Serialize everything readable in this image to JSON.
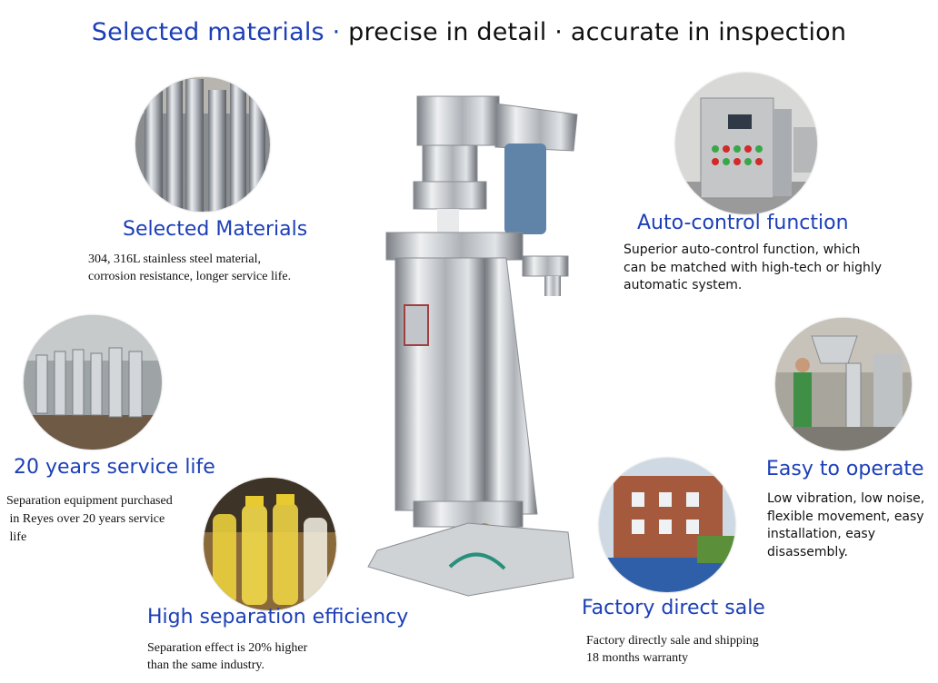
{
  "headline": {
    "accent": "Selected materials ·",
    "rest": " precise in detail · accurate in inspection"
  },
  "features": {
    "materials": {
      "title": "Selected Materials",
      "lines": [
        "304,  316L  stainless  steel   material,",
        "corrosion resistance, longer service life."
      ]
    },
    "auto_control": {
      "title": "Auto-control function",
      "lines": [
        "Superior auto-control function, which",
        "can be matched with high-tech or highly",
        "automatic system."
      ]
    },
    "service_life": {
      "title": "20 years service life",
      "lines": [
        "Separation equipment purchased",
        " in Reyes over 20 years service",
        " life"
      ]
    },
    "easy_operate": {
      "title": "Easy to operate",
      "lines": [
        "Low vibration, low noise,",
        "flexible movement, easy",
        "installation, easy",
        "disassembly."
      ]
    },
    "efficiency": {
      "title": "High separation efficiency",
      "lines": [
        "Separation effect is 20% higher",
        "than the same industry."
      ]
    },
    "factory": {
      "title": "Factory direct sale",
      "lines": [
        "Factory directly sale and shipping",
        "18 months warranty"
      ]
    }
  },
  "colors": {
    "accent": "#1c3fb8",
    "text": "#111111",
    "steel": "#c9ccd1"
  }
}
